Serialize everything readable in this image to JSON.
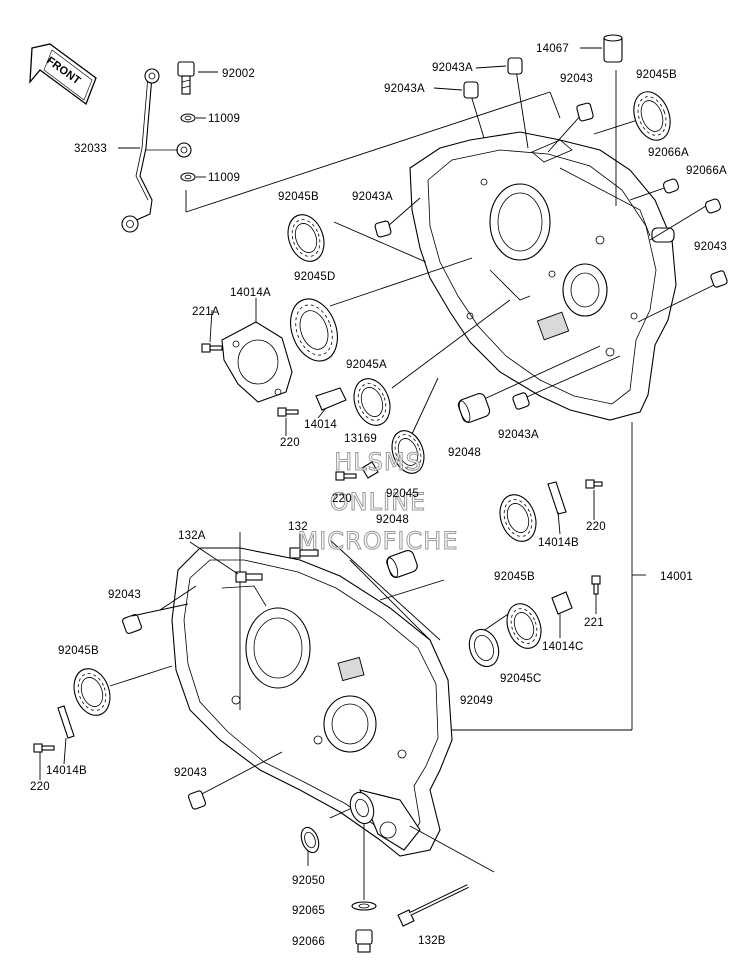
{
  "front_tag": "FRONT",
  "watermark": [
    "HLSMS",
    "ONLINE",
    "MICROFICHE"
  ],
  "labels": {
    "p92002": "92002",
    "p11009a": "11009",
    "p11009b": "11009",
    "p32033": "32033",
    "p92043A_1": "92043A",
    "p92043A_2": "92043A",
    "p14067": "14067",
    "p92043_1": "92043",
    "p92045B_1": "92045B",
    "p92066A_1": "92066A",
    "p92066A_2": "92066A",
    "p92045B_2": "92045B",
    "p92043A_3": "92043A",
    "p92043_2": "92043",
    "p14014A": "14014A",
    "p92045D": "92045D",
    "p221A": "221A",
    "p92045A": "92045A",
    "p14014": "14014",
    "p220_1": "220",
    "p13169": "13169",
    "p92048_1": "92048",
    "p92043A_4": "92043A",
    "p220_2": "220",
    "p92045": "92045",
    "p92048_2": "92048",
    "p220_3": "220",
    "p132A": "132A",
    "p132": "132",
    "p14014B_1": "14014B",
    "p92045B_3": "92045B",
    "p14001": "14001",
    "p92043_3": "92043",
    "p221": "221",
    "p14014C": "14014C",
    "p92049": "92049",
    "p92045C": "92045C",
    "p92045B_4": "92045B",
    "p14014B_2": "14014B",
    "p220_4": "220",
    "p92043_4": "92043",
    "p92050": "92050",
    "p92065": "92065",
    "p92066": "92066",
    "p132B": "132B"
  }
}
